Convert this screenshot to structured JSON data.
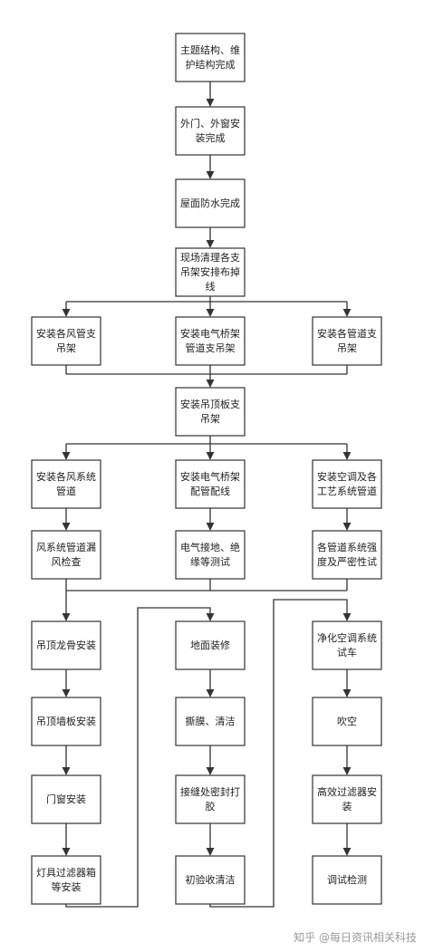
{
  "nodes": {
    "n1": "主题结构、维护结构完成",
    "n2": "外门、外窗安装完成",
    "n3": "屋面防水完成",
    "n4": "现场清理各支吊架安排布掉线",
    "n5a": "安装各风管支吊架",
    "n5b": "安装电气桥架管道支吊架",
    "n5c": "安装各管道支吊架",
    "n6": "安装吊顶板支吊架",
    "n7a": "安装各风系统管道",
    "n7b": "安装电气桥架配管配线",
    "n7c": "安装空调及各工艺系统管道",
    "n8a": "风系统管道漏风检查",
    "n8b": "电气接地、绝缘等测试",
    "n8c": "各管道系统强度及严密性试",
    "c1a": "吊顶龙骨安装",
    "c1b": "吊顶墙板安装",
    "c1c": "门窗安装",
    "c1d": "灯具过滤器箱等安装",
    "c2a": "地面装修",
    "c2b": "撕膜、清洁",
    "c2c": "接缝处密封打胶",
    "c2d": "初验收清洁",
    "c3a": "净化空调系统试车",
    "c3b": "吹空",
    "c3c": "高效过滤器安装",
    "c3d": "调试检测"
  },
  "watermark": "知乎 @每日资讯相关科技"
}
